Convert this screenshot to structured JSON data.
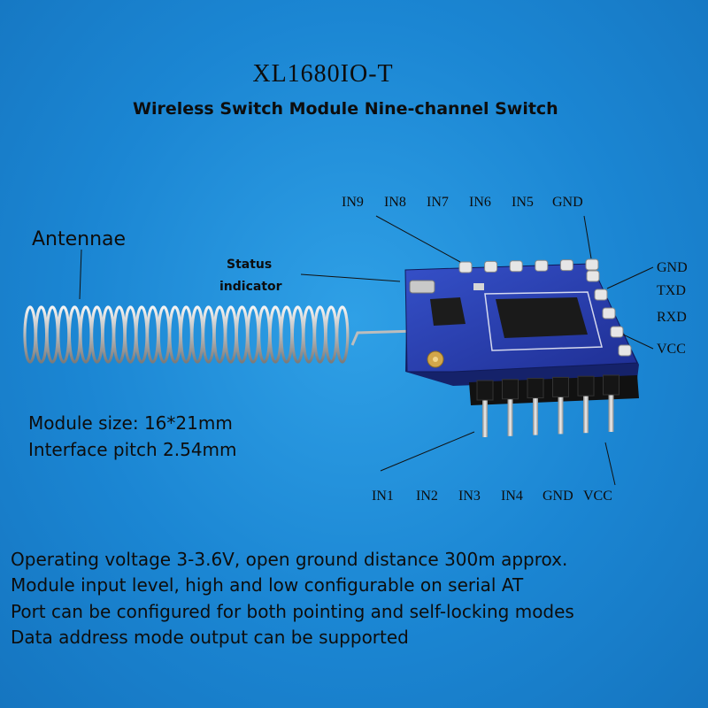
{
  "title": "XL1680IO-T",
  "subtitle": "Wireless Switch Module Nine-channel Switch",
  "antenna_label": "Antennae",
  "status_indicator": {
    "line1": "Status",
    "line2": "indicator"
  },
  "top_pins": [
    "IN9",
    "IN8",
    "IN7",
    "IN6",
    "IN5",
    "GND"
  ],
  "right_pins": [
    "GND",
    "TXD",
    "RXD",
    "VCC"
  ],
  "bottom_pins": [
    "IN1",
    "IN2",
    "IN3",
    "IN4",
    "GND",
    "VCC"
  ],
  "specs": {
    "size": "Module size: 16*21mm",
    "pitch": "Interface pitch 2.54mm"
  },
  "features": [
    "Operating voltage 3-3.6V, open ground distance 300m approx.",
    "Module input level, high and low configurable on serial AT",
    "Port can be configured for both pointing and self-locking modes",
    "Data address mode output can be supported"
  ],
  "colors": {
    "background": "#1b86d3",
    "pcb": "#2a3fb0",
    "text": "#0d0d0d"
  }
}
